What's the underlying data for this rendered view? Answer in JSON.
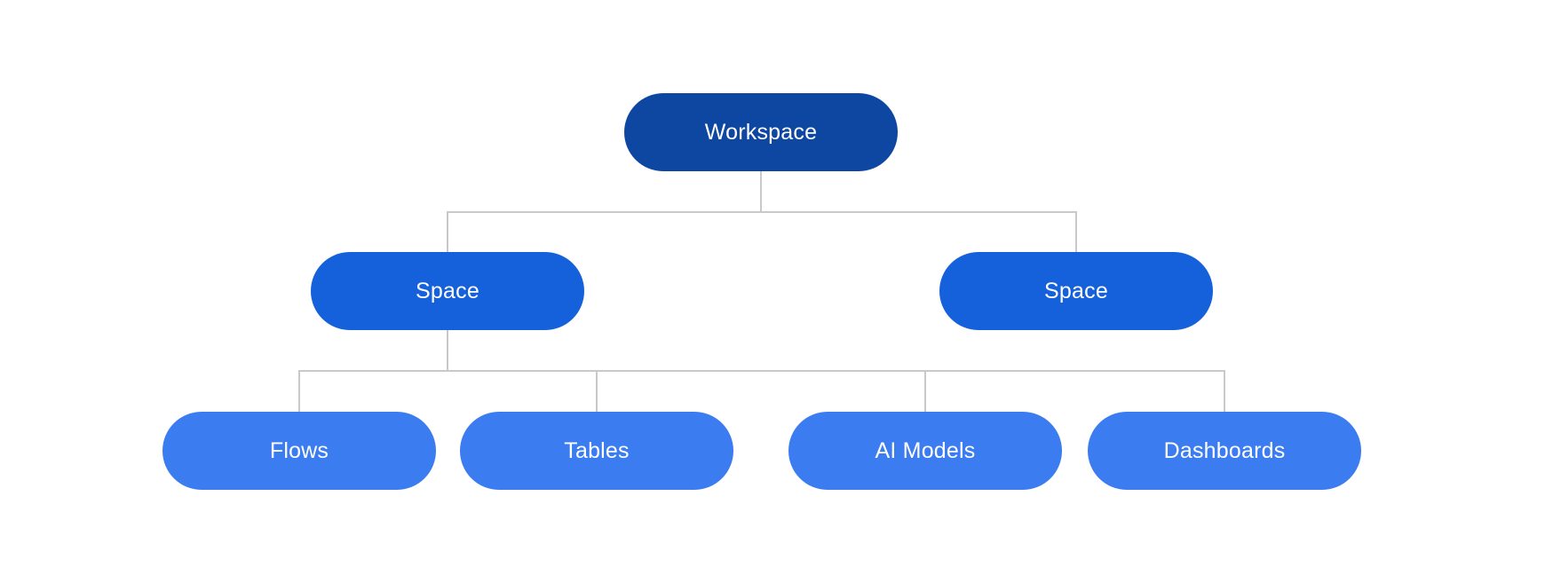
{
  "diagram": {
    "type": "hierarchy-tree",
    "background": "#ffffff",
    "colors": {
      "root_node": "#0d47a1",
      "branch_node": "#1560db",
      "leaf_node": "#3b7cf0",
      "connector": "#c9c9c9",
      "node_text": "#ffffff"
    },
    "nodes": {
      "root": {
        "label": "Workspace",
        "level": 1
      },
      "space_left": {
        "label": "Space",
        "level": 2
      },
      "space_right": {
        "label": "Space",
        "level": 2
      },
      "flows": {
        "label": "Flows",
        "level": 3
      },
      "tables": {
        "label": "Tables",
        "level": 3
      },
      "ai_models": {
        "label": "AI Models",
        "level": 3
      },
      "dashboards": {
        "label": "Dashboards",
        "level": 3
      }
    },
    "hierarchy": [
      {
        "parent": "Workspace",
        "children": [
          "Space",
          "Space"
        ]
      },
      {
        "parent": "Space (left)",
        "children": [
          "Flows",
          "Tables",
          "AI Models",
          "Dashboards"
        ]
      }
    ]
  }
}
